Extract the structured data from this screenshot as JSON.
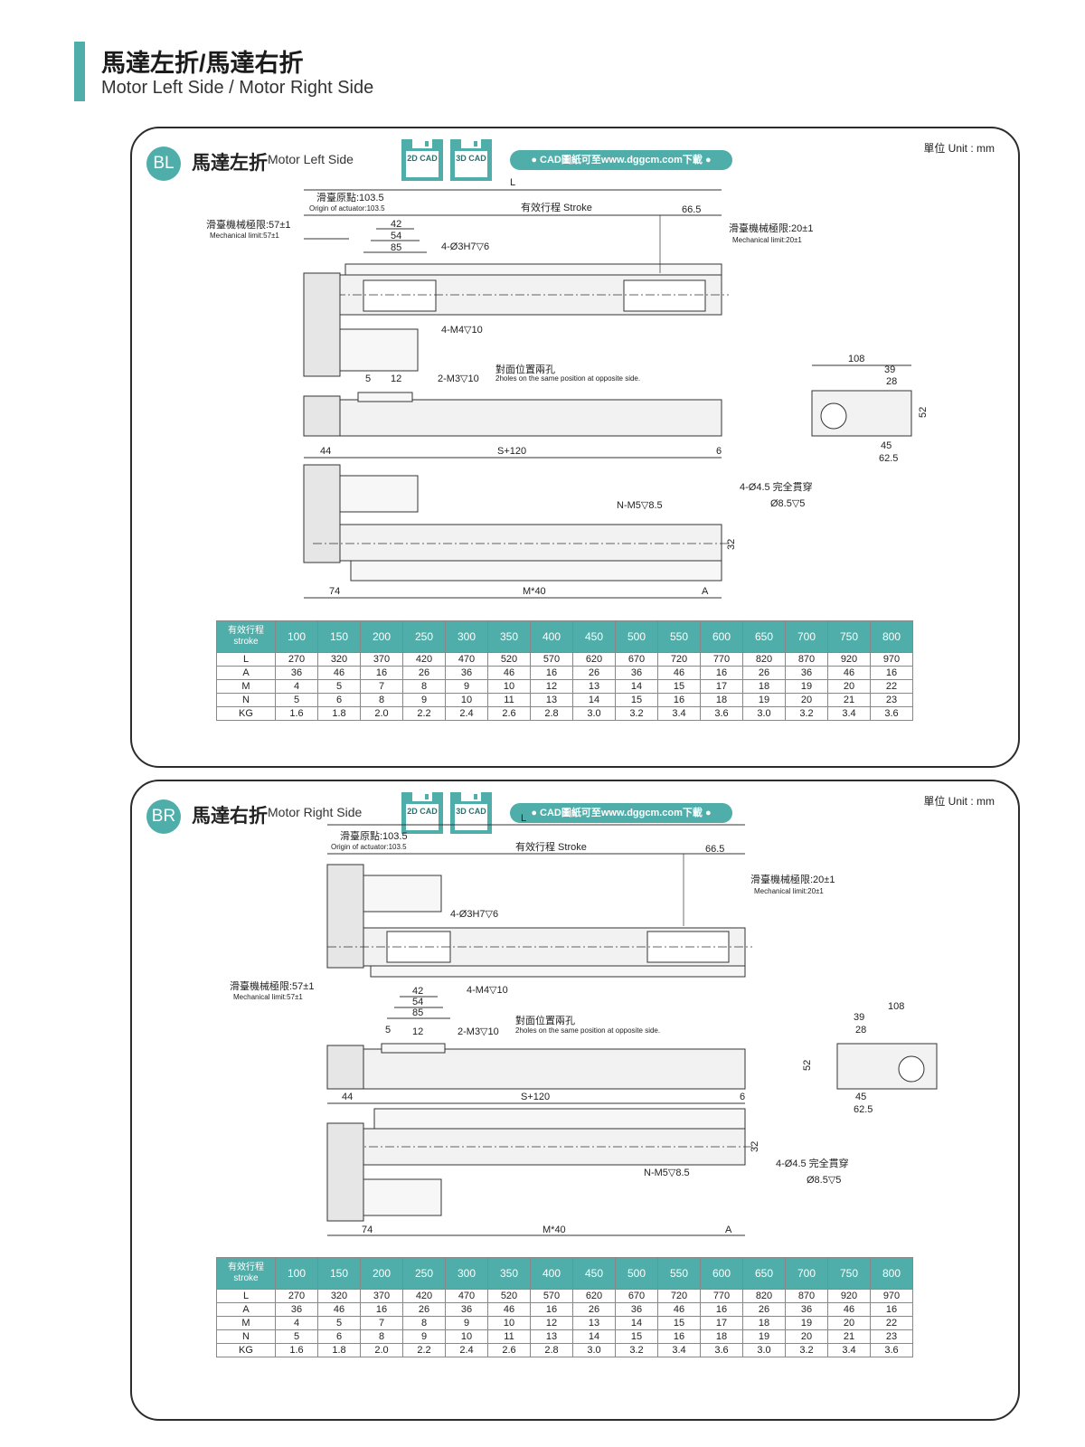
{
  "header": {
    "title_cn": "馬達左折/馬達右折",
    "title_en": "Motor Left Side / Motor Right Side"
  },
  "colors": {
    "accent": "#4faeaa",
    "border": "#2c2c2c"
  },
  "panels": [
    {
      "id": "BL",
      "badge": "BL",
      "title_cn": "馬達左折",
      "title_en": "Motor Left Side",
      "unit": "單位 Unit : mm",
      "cad_2d": "2D CAD",
      "cad_3d": "3D CAD",
      "cad_link": "CAD圖紙可至www.dggcm.com下載",
      "dims": {
        "L": "L",
        "origin_cn": "滑臺原點:103.5",
        "origin_en": "Origin of actuator:103.5",
        "stroke": "有效行程  Stroke",
        "d665": "66.5",
        "mech_left_cn": "滑臺機械極限:57±1",
        "mech_left_en": "Mechanical limit:57±1",
        "mech_right_cn": "滑臺機械極限:20±1",
        "mech_right_en": "Mechanical limit:20±1",
        "d42": "42",
        "d54": "54",
        "d85": "85",
        "hole_3h7": "4-Ø3H7▽6",
        "hole_m4": "4-M4▽10",
        "hole_m3": "2-M3▽10",
        "opp_cn": "對面位置兩孔",
        "opp_en": "2holes on the same position at opposite side.",
        "d5": "5",
        "d12": "12",
        "d108": "108",
        "d39": "39",
        "d28": "28",
        "d52": "52",
        "d45": "45",
        "d625": "62.5",
        "d44": "44",
        "s120": "S+120",
        "d6": "6",
        "thru_1": "4-Ø4.5  完全貫穿",
        "thru_2": "Ø8.5▽5",
        "nm5": "N-M5▽8.5",
        "d32": "32",
        "d74": "74",
        "m40": "M*40",
        "A": "A"
      }
    },
    {
      "id": "BR",
      "badge": "BR",
      "title_cn": "馬達右折",
      "title_en": "Motor Right Side",
      "unit": "單位 Unit : mm",
      "cad_2d": "2D CAD",
      "cad_3d": "3D CAD",
      "cad_link": "CAD圖紙可至www.dggcm.com下載",
      "dims": {
        "L": "L",
        "origin_cn": "滑臺原點:103.5",
        "origin_en": "Origin of actuator:103.5",
        "stroke": "有效行程  Stroke",
        "d665": "66.5",
        "mech_left_cn": "滑臺機械極限:57±1",
        "mech_left_en": "Mechanical limit:57±1",
        "mech_right_cn": "滑臺機械極限:20±1",
        "mech_right_en": "Mechanical limit:20±1",
        "d42": "42",
        "d54": "54",
        "d85": "85",
        "hole_3h7": "4-Ø3H7▽6",
        "hole_m4": "4-M4▽10",
        "hole_m3": "2-M3▽10",
        "opp_cn": "對面位置兩孔",
        "opp_en": "2holes on the same position at opposite side.",
        "d5": "5",
        "d12": "12",
        "d108": "108",
        "d39": "39",
        "d28": "28",
        "d52": "52",
        "d45": "45",
        "d625": "62.5",
        "d44": "44",
        "s120": "S+120",
        "d6": "6",
        "thru_1": "4-Ø4.5  完全貫穿",
        "thru_2": "Ø8.5▽5",
        "nm5": "N-M5▽8.5",
        "d32": "32",
        "d74": "74",
        "m40": "M*40",
        "A": "A"
      }
    }
  ],
  "table": {
    "header_cn": "有效行程",
    "header_en": "stroke",
    "strokes": [
      "100",
      "150",
      "200",
      "250",
      "300",
      "350",
      "400",
      "450",
      "500",
      "550",
      "600",
      "650",
      "700",
      "750",
      "800"
    ],
    "rows": [
      {
        "label": "L",
        "values": [
          "270",
          "320",
          "370",
          "420",
          "470",
          "520",
          "570",
          "620",
          "670",
          "720",
          "770",
          "820",
          "870",
          "920",
          "970"
        ]
      },
      {
        "label": "A",
        "values": [
          "36",
          "46",
          "16",
          "26",
          "36",
          "46",
          "16",
          "26",
          "36",
          "46",
          "16",
          "26",
          "36",
          "46",
          "16"
        ]
      },
      {
        "label": "M",
        "values": [
          "4",
          "5",
          "7",
          "8",
          "9",
          "10",
          "12",
          "13",
          "14",
          "15",
          "17",
          "18",
          "19",
          "20",
          "22"
        ]
      },
      {
        "label": "N",
        "values": [
          "5",
          "6",
          "8",
          "9",
          "10",
          "11",
          "13",
          "14",
          "15",
          "16",
          "18",
          "19",
          "20",
          "21",
          "23"
        ]
      },
      {
        "label": "KG",
        "values": [
          "1.6",
          "1.8",
          "2.0",
          "2.2",
          "2.4",
          "2.6",
          "2.8",
          "3.0",
          "3.2",
          "3.4",
          "3.6",
          "3.0",
          "3.2",
          "3.4",
          "3.6"
        ]
      }
    ]
  }
}
